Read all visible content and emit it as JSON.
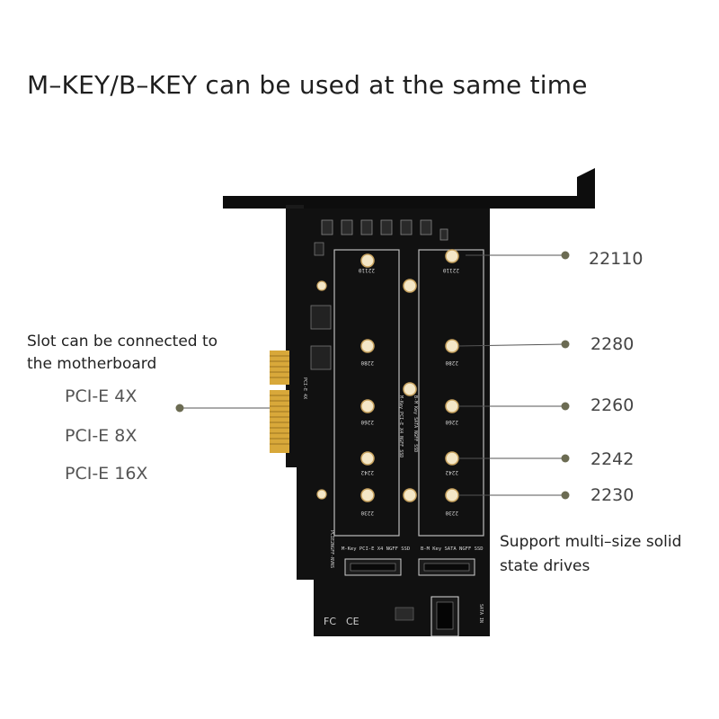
{
  "headline": "M–KEY/B–KEY can be used at the same time",
  "slot_note": {
    "line1": "Slot can be connected to",
    "line2": "the motherboard"
  },
  "pci_options": [
    "PCI-E 4X",
    "PCI-E 8X",
    "PCI-E 16X"
  ],
  "size_labels": [
    "22110",
    "2280",
    "2260",
    "2242",
    "2230"
  ],
  "support_note": {
    "line1": "Support multi–size solid",
    "line2": "state drives"
  },
  "pcb_labels": {
    "left_slot": "M-Key PCI-E X4 NGFF SSD",
    "right_slot": "B-M Key SATA NGFF SSD",
    "center_left": "M-Key PCI-E X4 NGFF SSD",
    "center_right": "B-M Key SATA NGFF SSD",
    "hole_22110": "22110",
    "hole_2280": "2280",
    "hole_2260": "2260",
    "hole_2242": "2242",
    "hole_2230": "2230",
    "sata": "SATA IN",
    "model": "PCIE2NGFF-NVNS",
    "pcie": "PCI-E 4X"
  },
  "colors": {
    "pcb": "#111111",
    "bracket": "#0d0d0d",
    "gold": "#d8a83a",
    "callout_line": "#555555",
    "callout_dot": "#6b6b52"
  }
}
